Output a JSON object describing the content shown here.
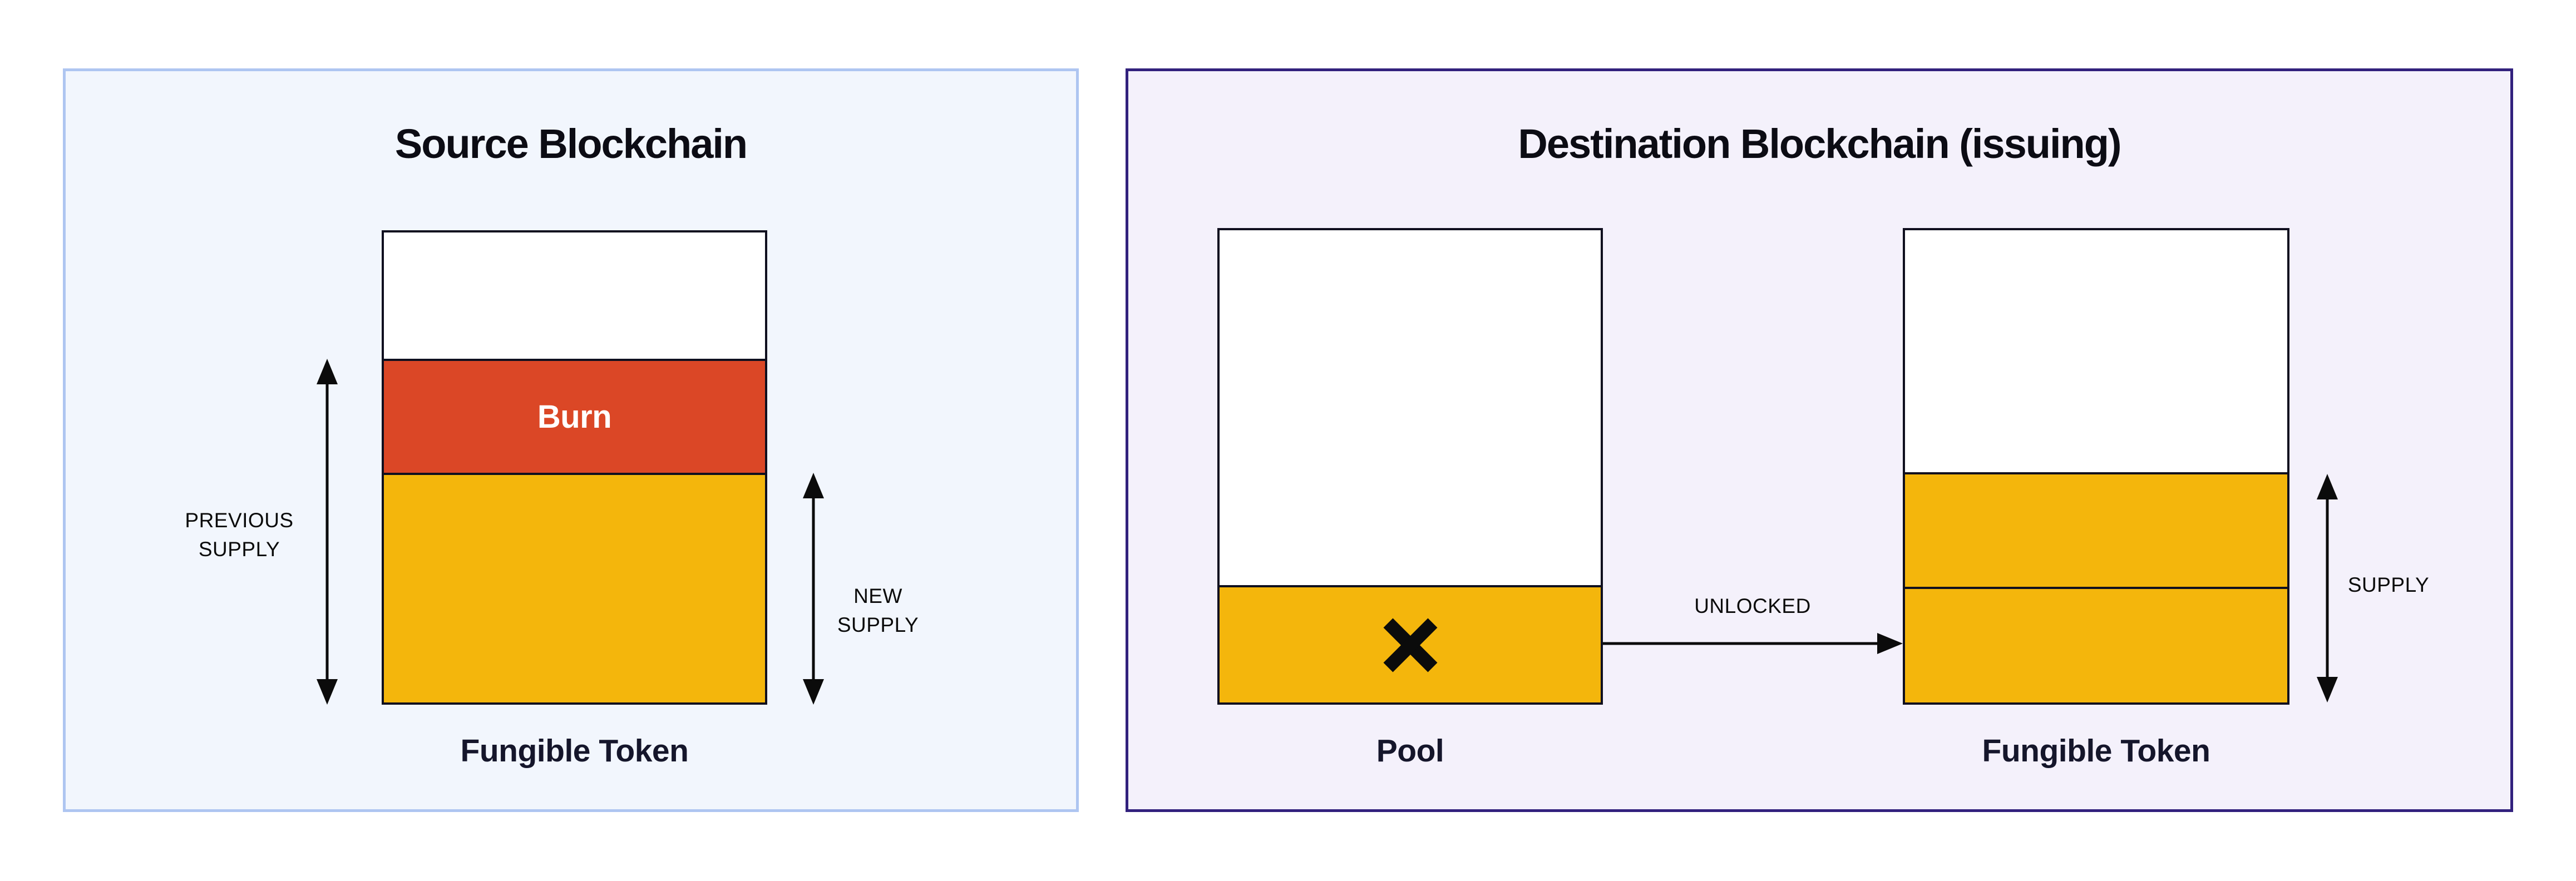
{
  "colors": {
    "page_bg": "#ffffff",
    "source_panel_bg": "#f2f6fd",
    "source_panel_border": "#aec5f1",
    "dest_panel_bg": "#f4f1fb",
    "dest_panel_border": "#32217d",
    "bar_bg": "#ffffff",
    "bar_border": "#10101f",
    "burn_fill": "#db4726",
    "burn_text": "#ffffff",
    "token_fill": "#f4b60c",
    "arrow_ink": "#0b0b0b",
    "title_ink": "#0c0c14",
    "caption_ink": "#15162b"
  },
  "source_panel": {
    "title": "Source Blockchain",
    "burn_label": "Burn",
    "previous_supply_label": "PREVIOUS SUPPLY",
    "new_supply_label": "NEW SUPPLY",
    "bar_caption": "Fungible Token"
  },
  "dest_panel": {
    "title": "Destination Blockchain (issuing)",
    "pool_caption": "Pool",
    "token_caption": "Fungible Token",
    "unlocked_label": "UNLOCKED",
    "supply_label": "SUPPLY",
    "pool_icon": "x-mark"
  }
}
